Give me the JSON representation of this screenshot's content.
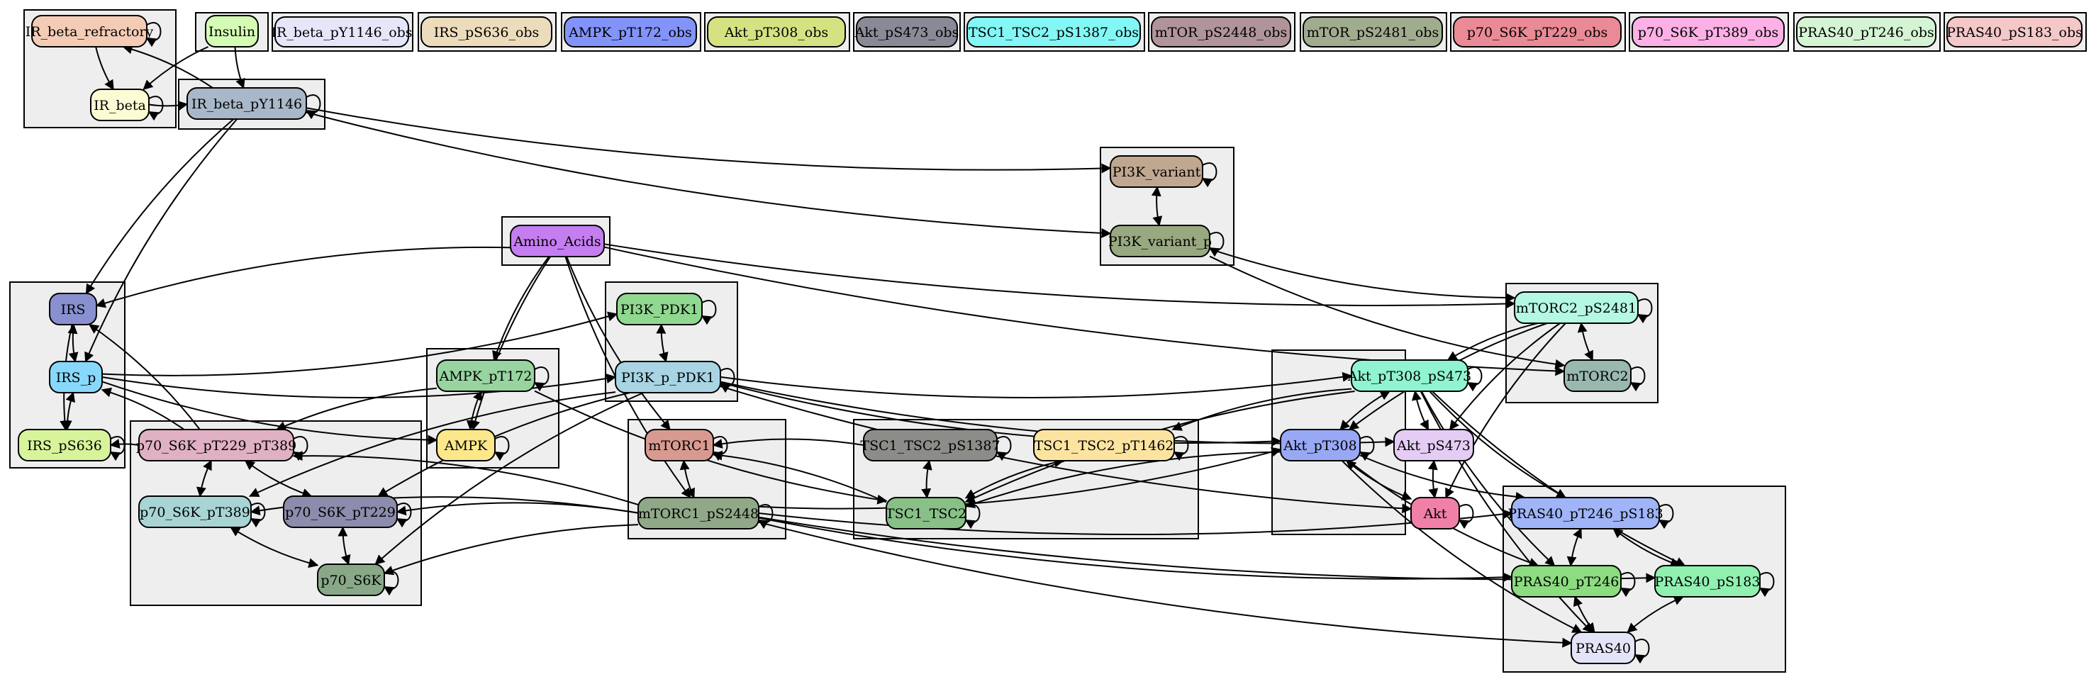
{
  "observables": [
    {
      "id": "IR_beta_pY1146_obs",
      "label": "IR_beta_pY1146_obs",
      "color": "#e6e6fa"
    },
    {
      "id": "IRS_pS636_obs",
      "label": "IRS_pS636_obs",
      "color": "#ecdcbc"
    },
    {
      "id": "AMPK_pT172_obs",
      "label": "AMPK_pT172_obs",
      "color": "#8294fa"
    },
    {
      "id": "Akt_pT308_obs",
      "label": "Akt_pT308_obs",
      "color": "#d6e182"
    },
    {
      "id": "Akt_pS473_obs",
      "label": "Akt_pS473_obs",
      "color": "#888a96"
    },
    {
      "id": "TSC1_TSC2_pS1387_obs",
      "label": "TSC1_TSC2_pS1387_obs",
      "color": "#82f7f5"
    },
    {
      "id": "mTOR_pS2448_obs",
      "label": "mTOR_pS2448_obs",
      "color": "#b0949a"
    },
    {
      "id": "mTOR_pS2481_obs",
      "label": "mTOR_pS2481_obs",
      "color": "#a0ac8e"
    },
    {
      "id": "p70_S6K_pT229_obs",
      "label": "p70_S6K_pT229_obs",
      "color": "#ea8a96"
    },
    {
      "id": "p70_S6K_pT389_obs",
      "label": "p70_S6K_pT389_obs",
      "color": "#fcb0e6"
    },
    {
      "id": "PRAS40_pT246_obs",
      "label": "PRAS40_pT246_obs",
      "color": "#d4f4d4"
    },
    {
      "id": "PRAS40_pS183_obs",
      "label": "PRAS40_pS183_obs",
      "color": "#f4c8c8"
    }
  ],
  "nodes": [
    {
      "id": "IR_beta_refractory",
      "label": "IR_beta_refractory",
      "color": "#f4ccb6"
    },
    {
      "id": "Insulin",
      "label": "Insulin",
      "color": "#d4fcb4"
    },
    {
      "id": "IR_beta",
      "label": "IR_beta",
      "color": "#fcfcd4"
    },
    {
      "id": "IR_beta_pY1146",
      "label": "IR_beta_pY1146",
      "color": "#a8b8c8"
    },
    {
      "id": "PI3K_variant",
      "label": "PI3K_variant",
      "color": "#c0a890"
    },
    {
      "id": "PI3K_variant_p",
      "label": "PI3K_variant_p",
      "color": "#98a880"
    },
    {
      "id": "Amino_Acids",
      "label": "Amino_Acids",
      "color": "#c47ef0"
    },
    {
      "id": "IRS",
      "label": "IRS",
      "color": "#8890d0"
    },
    {
      "id": "IRS_p",
      "label": "IRS_p",
      "color": "#88d8fc"
    },
    {
      "id": "IRS_pS636",
      "label": "IRS_pS636",
      "color": "#d8f49a"
    },
    {
      "id": "PI3K_PDK1",
      "label": "PI3K_PDK1",
      "color": "#90d890"
    },
    {
      "id": "PI3K_p_PDK1",
      "label": "PI3K_p_PDK1",
      "color": "#a8d4e4"
    },
    {
      "id": "AMPK_pT172",
      "label": "AMPK_pT172",
      "color": "#98d4a0"
    },
    {
      "id": "AMPK",
      "label": "AMPK",
      "color": "#fce88a"
    },
    {
      "id": "mTORC2_pS2481",
      "label": "mTORC2_pS2481",
      "color": "#b4f8e4"
    },
    {
      "id": "mTORC2",
      "label": "mTORC2",
      "color": "#98b8b0"
    },
    {
      "id": "Akt_pT308_pS473",
      "label": "Akt_pT308_pS473",
      "color": "#90f4d0"
    },
    {
      "id": "Akt_pT308",
      "label": "Akt_pT308",
      "color": "#98a8f4"
    },
    {
      "id": "Akt_pS473",
      "label": "Akt_pS473",
      "color": "#e4ccf4"
    },
    {
      "id": "Akt",
      "label": "Akt",
      "color": "#f080a8"
    },
    {
      "id": "p70_S6K_pT229_pT389",
      "label": "p70_S6K_pT229_pT389",
      "color": "#e0b0c4"
    },
    {
      "id": "p70_S6K_pT389",
      "label": "p70_S6K_pT389",
      "color": "#a8d4d4"
    },
    {
      "id": "p70_S6K_pT229",
      "label": "p70_S6K_pT229",
      "color": "#8c8cac"
    },
    {
      "id": "p70_S6K",
      "label": "p70_S6K",
      "color": "#88a888"
    },
    {
      "id": "mTORC1",
      "label": "mTORC1",
      "color": "#d89a90"
    },
    {
      "id": "mTORC1_pS2448",
      "label": "mTORC1_pS2448",
      "color": "#90a888"
    },
    {
      "id": "TSC1_TSC2_pS1387",
      "label": "TSC1_TSC2_pS1387",
      "color": "#8c8c88"
    },
    {
      "id": "TSC1_TSC2_pT1462",
      "label": "TSC1_TSC2_pT1462",
      "color": "#fce4a0"
    },
    {
      "id": "TSC1_TSC2",
      "label": "TSC1_TSC2",
      "color": "#88c088"
    },
    {
      "id": "PRAS40_pT246_pS183",
      "label": "PRAS40_pT246_pS183",
      "color": "#a0b4f8"
    },
    {
      "id": "PRAS40_pT246",
      "label": "PRAS40_pT246",
      "color": "#8cdc80"
    },
    {
      "id": "PRAS40_pS183",
      "label": "PRAS40_pS183",
      "color": "#90f0b0"
    },
    {
      "id": "PRAS40",
      "label": "PRAS40",
      "color": "#e4e4f8"
    }
  ],
  "edges": [
    [
      "Insulin",
      "IR_beta"
    ],
    [
      "Insulin",
      "IR_beta_pY1146"
    ],
    [
      "IR_beta_refractory",
      "IR_beta"
    ],
    [
      "IR_beta",
      "IR_beta_pY1146"
    ],
    [
      "IR_beta_pY1146",
      "IR_beta_refractory"
    ],
    [
      "IR_beta_pY1146",
      "PI3K_variant"
    ],
    [
      "IR_beta_pY1146",
      "PI3K_variant_p"
    ],
    [
      "IR_beta_pY1146",
      "IRS"
    ],
    [
      "IR_beta_pY1146",
      "IRS_p"
    ],
    [
      "Amino_Acids",
      "IRS"
    ],
    [
      "Amino_Acids",
      "AMPK_pT172"
    ],
    [
      "Amino_Acids",
      "AMPK"
    ],
    [
      "Amino_Acids",
      "mTORC1"
    ],
    [
      "Amino_Acids",
      "mTORC1_pS2448"
    ],
    [
      "Amino_Acids",
      "mTORC2_pS2481"
    ],
    [
      "Amino_Acids",
      "mTORC2"
    ],
    [
      "PI3K_variant_p",
      "mTORC2_pS2481"
    ],
    [
      "PI3K_variant_p",
      "mTORC2"
    ],
    [
      "IRS_p",
      "PI3K_PDK1"
    ],
    [
      "IRS_p",
      "PI3K_p_PDK1"
    ],
    [
      "IRS_p",
      "AMPK"
    ],
    [
      "IRS",
      "IRS_pS636"
    ],
    [
      "p70_S6K_pT229_pT389",
      "IRS_pS636"
    ],
    [
      "p70_S6K_pT229_pT389",
      "IRS"
    ],
    [
      "p70_S6K_pT229_pT389",
      "IRS_p"
    ],
    [
      "PI3K_p_PDK1",
      "Akt_pT308_pS473"
    ],
    [
      "PI3K_p_PDK1",
      "Akt_pT308"
    ],
    [
      "PI3K_p_PDK1",
      "Akt_pS473"
    ],
    [
      "PI3K_p_PDK1",
      "Akt"
    ],
    [
      "PI3K_p_PDK1",
      "p70_S6K_pT229"
    ],
    [
      "PI3K_p_PDK1",
      "p70_S6K_pT389"
    ],
    [
      "PI3K_p_PDK1",
      "p70_S6K"
    ],
    [
      "AMPK_pT172",
      "TSC1_TSC2"
    ],
    [
      "AMPK_pT172",
      "p70_S6K_pT229_pT389"
    ],
    [
      "mTORC2_pS2481",
      "Akt_pT308_pS473"
    ],
    [
      "mTORC2_pS2481",
      "Akt_pT308"
    ],
    [
      "mTORC2_pS2481",
      "Akt_pS473"
    ],
    [
      "mTORC2_pS2481",
      "Akt"
    ],
    [
      "Akt_pT308_pS473",
      "TSC1_TSC2_pT1462"
    ],
    [
      "Akt_pT308_pS473",
      "TSC1_TSC2"
    ],
    [
      "Akt_pT308_pS473",
      "PRAS40_pT246_pS183"
    ],
    [
      "Akt_pT308_pS473",
      "PRAS40_pT246"
    ],
    [
      "Akt_pT308_pS473",
      "PRAS40_pS183"
    ],
    [
      "Akt_pT308_pS473",
      "PRAS40"
    ],
    [
      "Akt_pT308",
      "TSC1_TSC2"
    ],
    [
      "Akt_pT308",
      "PRAS40_pT246"
    ],
    [
      "Akt_pT308",
      "PRAS40"
    ],
    [
      "Akt_pT308",
      "PRAS40_pT246_pS183"
    ],
    [
      "TSC1_TSC2_pS1387",
      "mTORC1"
    ],
    [
      "TSC1_TSC2",
      "mTORC1"
    ],
    [
      "mTORC1_pS2448",
      "p70_S6K_pT229_pT389"
    ],
    [
      "mTORC1_pS2448",
      "p70_S6K_pT389"
    ],
    [
      "mTORC1_pS2448",
      "p70_S6K"
    ],
    [
      "mTORC1_pS2448",
      "p70_S6K_pT229"
    ],
    [
      "mTORC1_pS2448",
      "PRAS40_pT246_pS183"
    ],
    [
      "mTORC1_pS2448",
      "PRAS40_pS183"
    ],
    [
      "mTORC1_pS2448",
      "PRAS40_pT246"
    ],
    [
      "mTORC1_pS2448",
      "PRAS40"
    ],
    [
      "mTORC1_pS2448",
      "Akt_pT308"
    ]
  ],
  "bidirectional_edges": [
    [
      "PI3K_variant",
      "PI3K_variant_p"
    ],
    [
      "IRS",
      "IRS_p"
    ],
    [
      "IRS_p",
      "IRS_pS636"
    ],
    [
      "PI3K_PDK1",
      "PI3K_p_PDK1"
    ],
    [
      "AMPK_pT172",
      "AMPK"
    ],
    [
      "mTORC2_pS2481",
      "mTORC2"
    ],
    [
      "Akt_pT308_pS473",
      "Akt_pT308"
    ],
    [
      "Akt_pT308_pS473",
      "Akt_pS473"
    ],
    [
      "Akt_pT308",
      "Akt"
    ],
    [
      "Akt_pS473",
      "Akt"
    ],
    [
      "p70_S6K_pT229_pT389",
      "p70_S6K_pT389"
    ],
    [
      "p70_S6K_pT229_pT389",
      "p70_S6K_pT229"
    ],
    [
      "p70_S6K_pT389",
      "p70_S6K"
    ],
    [
      "p70_S6K_pT229",
      "p70_S6K"
    ],
    [
      "mTORC1",
      "mTORC1_pS2448"
    ],
    [
      "TSC1_TSC2_pS1387",
      "TSC1_TSC2"
    ],
    [
      "TSC1_TSC2_pT1462",
      "TSC1_TSC2"
    ],
    [
      "PRAS40_pT246_pS183",
      "PRAS40_pT246"
    ],
    [
      "PRAS40_pT246_pS183",
      "PRAS40_pS183"
    ],
    [
      "PRAS40_pT246",
      "PRAS40"
    ],
    [
      "PRAS40_pS183",
      "PRAS40"
    ]
  ],
  "self_loops": [
    "IR_beta_refractory",
    "IR_beta",
    "IR_beta_pY1146",
    "PI3K_variant",
    "PI3K_variant_p",
    "IRS_pS636",
    "PI3K_PDK1",
    "PI3K_p_PDK1",
    "AMPK_pT172",
    "AMPK",
    "mTORC2",
    "mTORC2_pS2481",
    "Akt_pT308_pS473",
    "Akt_pT308",
    "Akt",
    "p70_S6K_pT229_pT389",
    "p70_S6K_pT389",
    "p70_S6K_pT229",
    "p70_S6K",
    "mTORC1",
    "mTORC1_pS2448",
    "TSC1_TSC2_pS1387",
    "TSC1_TSC2_pT1462",
    "TSC1_TSC2",
    "PRAS40_pT246_pS183",
    "PRAS40_pT246",
    "PRAS40_pS183",
    "PRAS40"
  ]
}
